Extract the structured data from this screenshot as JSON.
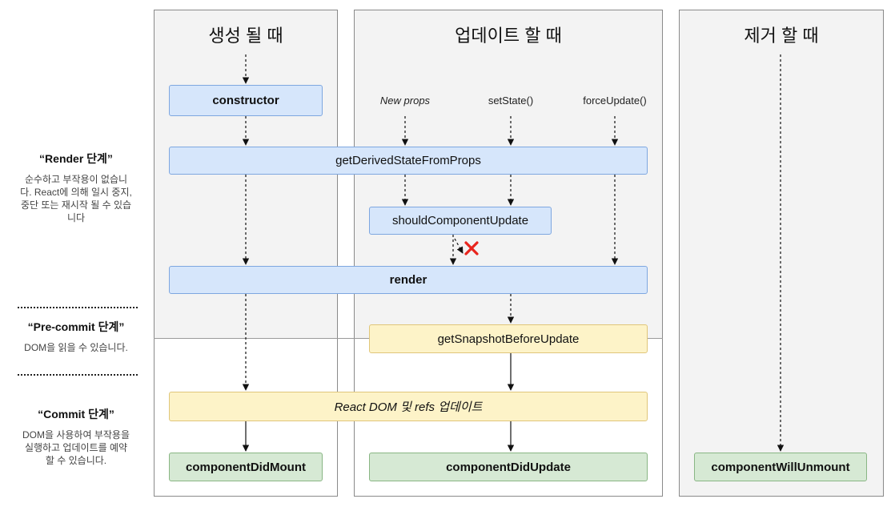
{
  "columns": {
    "mount": {
      "title": "생성 될 때"
    },
    "update": {
      "title": "업데이트 할 때"
    },
    "unmount": {
      "title": "제거 할 때"
    }
  },
  "triggers": {
    "new_props": "New props",
    "set_state": "setState()",
    "force_update": "forceUpdate()"
  },
  "methods": {
    "constructor": "constructor",
    "get_derived_state": "getDerivedStateFromProps",
    "should_update": "shouldComponentUpdate",
    "render": "render",
    "get_snapshot": "getSnapshotBeforeUpdate",
    "react_dom_refs": "React DOM 및 refs 업데이트",
    "did_mount": "componentDidMount",
    "did_update": "componentDidUpdate",
    "will_unmount": "componentWillUnmount"
  },
  "phases": {
    "render": {
      "name": "“Render 단계”",
      "desc": "순수하고 부작용이 없습니다. React에 의해 일시 중지, 중단 또는 재시작 될 수 있습니다"
    },
    "precommit": {
      "name": "“Pre-commit 단계”",
      "desc": "DOM을 읽을 수 있습니다."
    },
    "commit": {
      "name": "“Commit 단계”",
      "desc": "DOM을 사용하여 부작용을 실행하고 업데이트를 예약 할 수 있습니다."
    }
  },
  "colors": {
    "render_box": "#d6e6fb",
    "precommit_box": "#fdf3c8",
    "commit_box": "#d6e9d4",
    "cross": "#e8241c"
  }
}
